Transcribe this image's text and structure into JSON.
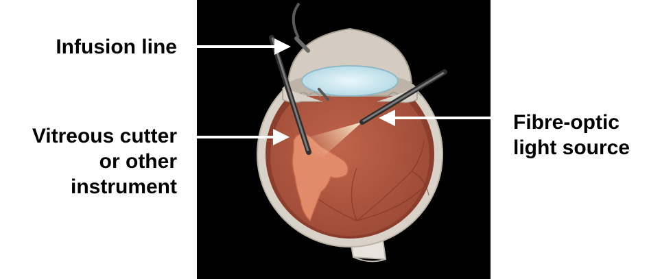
{
  "labels": {
    "infusion_line": [
      "Infusion line"
    ],
    "vitreous_cutter": [
      "Vitreous cutter",
      "or other",
      "instrument"
    ],
    "fibre_optic": [
      "Fibre-optic",
      "light source"
    ]
  },
  "colors": {
    "background_panel": "#000000",
    "sclera": "#d9d2c8",
    "vitreous": "#b35a44",
    "retina_detachment": "#e08a6a",
    "lens": "#c7e6ef",
    "arrow": "#ffffff",
    "instrument": "#3a3a3a"
  }
}
